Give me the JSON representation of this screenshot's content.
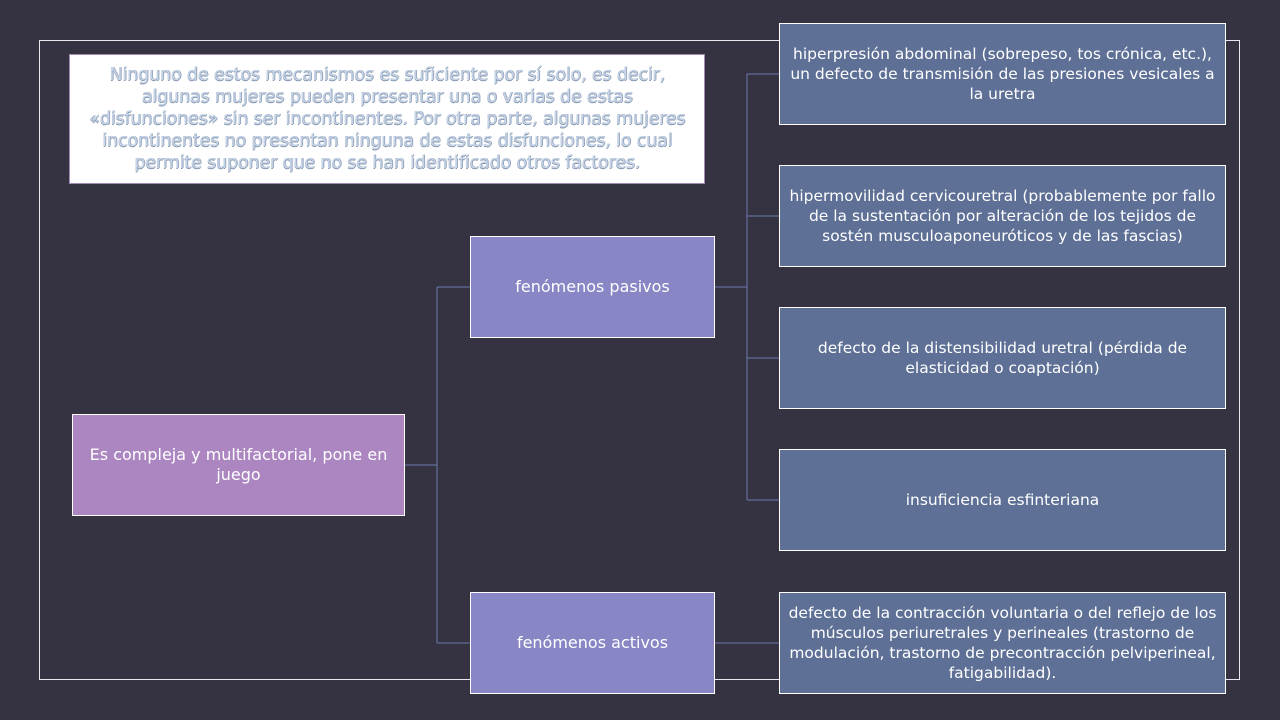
{
  "colors": {
    "background": "#353241",
    "root_fill": "#ab86c1",
    "branch_fill": "#8886c5",
    "leaf_fill": "#5e7096",
    "connector": "#6a7bb0"
  },
  "note": {
    "text": "Ninguno de estos mecanismos es suficiente por sí solo, es decir, algunas mujeres pueden presentar una o varias de estas «disfunciones» sin ser incontinentes. Por otra parte, algunas mujeres incontinentes no presentan ninguna de estas disfunciones, lo cual permite suponer que no se han identificado otros factores."
  },
  "root": {
    "label": "Es compleja y multifactorial, pone en juego"
  },
  "branches": [
    {
      "label": "fenómenos pasivos",
      "children": [
        "hiperpresión abdominal (sobrepeso, tos crónica, etc.), un defecto de transmisión de las presiones vesicales a la uretra",
        "hipermovilidad cervicouretral (probablemente por fallo de la sustentación por alteración de los tejidos de sostén musculoaponeuróticos y de las fascias)",
        "defecto de la distensibilidad uretral (pérdida de elasticidad o coaptación)",
        "insuficiencia esfinteriana"
      ]
    },
    {
      "label": "fenómenos activos",
      "children": [
        "defecto de la contracción voluntaria o del reflejo de los músculos periuretrales y perineales (trastorno de modulación, trastorno de precontracción pelviperineal, fatigabilidad)."
      ]
    }
  ]
}
